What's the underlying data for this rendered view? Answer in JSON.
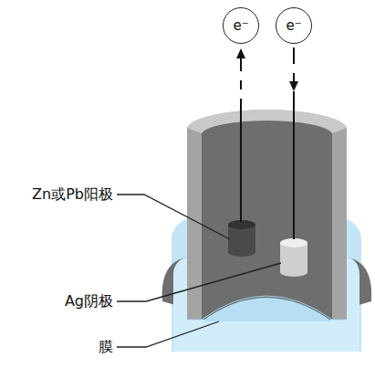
{
  "diagram": {
    "nodes": [
      {
        "text": [
          "e⁻"
        ]
      },
      {
        "text": [
          "e⁻"
        ]
      }
    ],
    "labels": [
      "Zn或Pb阳极",
      "Ag阴极",
      "膜"
    ]
  }
}
